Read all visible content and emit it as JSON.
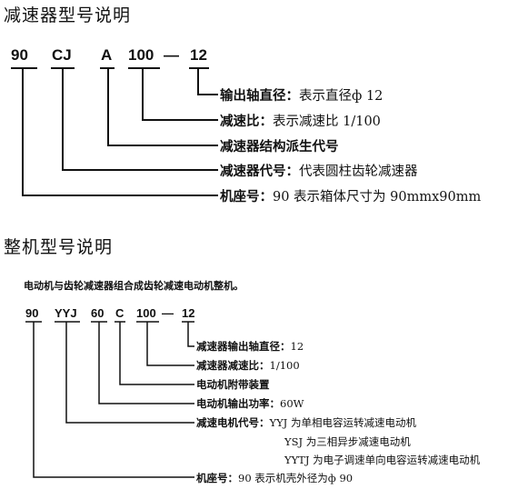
{
  "section1": {
    "title": "减速器型号说明",
    "codes": [
      "90",
      "CJ",
      "A",
      "100",
      "—",
      "12"
    ],
    "items": [
      {
        "label": "输出轴直径：",
        "text": "表示直径ф 12"
      },
      {
        "label": "减速比：",
        "text": "表示减速比 1/100"
      },
      {
        "label": "减速器结构派生代号",
        "text": ""
      },
      {
        "label": "减速器代号：",
        "text": "代表圆柱齿轮减速器"
      },
      {
        "label": "机座号：",
        "text": "90 表示箱体尺寸为 90mmx90mm"
      }
    ]
  },
  "section2": {
    "title": "整机型号说明",
    "intro": "电动机与齿轮减速器组合成齿轮减速电动机整机。",
    "codes": [
      "90",
      "YYJ",
      "60",
      "C",
      "100",
      "—",
      "12"
    ],
    "items": [
      {
        "label": "减速器输出轴直径：",
        "text": "12"
      },
      {
        "label": "减速器减速比：",
        "text": "1/100"
      },
      {
        "label": "电动机附带装置",
        "text": ""
      },
      {
        "label": "电动机输出功率：",
        "text": "60W"
      },
      {
        "label": "减速电机代号：",
        "text": "YYJ 为单相电容运转减速电动机"
      },
      {
        "label": "",
        "text": "YSJ 为三相异步减速电动机"
      },
      {
        "label": "",
        "text": "YYTJ 为电子调速单向电容运转减速电动机"
      },
      {
        "label": "机座号：",
        "text": "90 表示机壳外径为ф 90"
      }
    ]
  }
}
